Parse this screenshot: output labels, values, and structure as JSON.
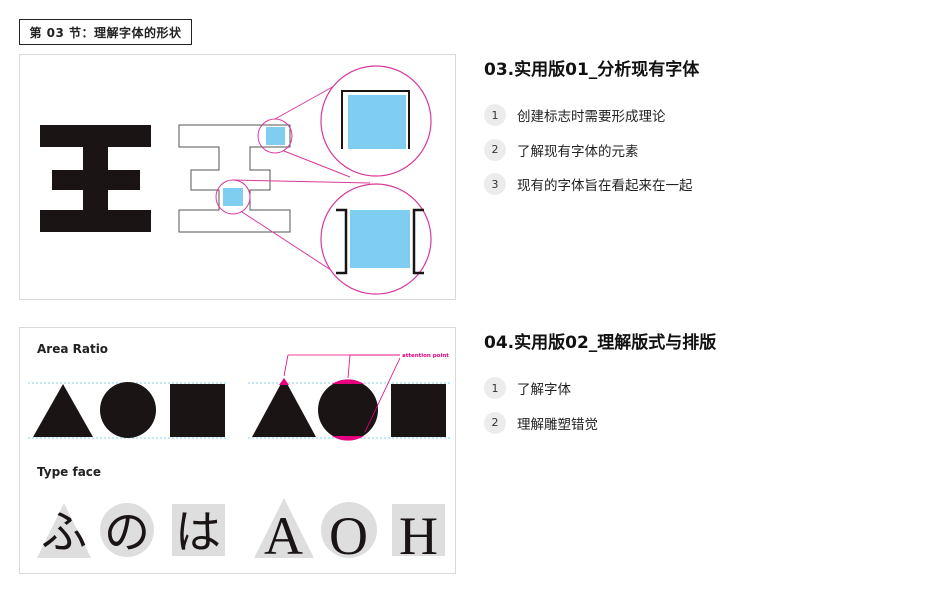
{
  "section": {
    "tag": "第 03 节：理解字体的形状"
  },
  "lessons": [
    {
      "title": "03.实用版01_分析现有字体",
      "items": [
        {
          "num": "1",
          "text": "创建标志时需要形成理论"
        },
        {
          "num": "2",
          "text": "了解现有字体的元素"
        },
        {
          "num": "3",
          "text": "现有的字体旨在看起来在一起"
        }
      ]
    },
    {
      "title": "04.实用版02_理解版式与排版",
      "items": [
        {
          "num": "1",
          "text": "了解字体"
        },
        {
          "num": "2",
          "text": "理解雕塑错觉"
        }
      ]
    }
  ],
  "figure_1": {
    "glyph": "王",
    "colors": {
      "glyph": "#1a1414",
      "highlight": "#7fcdf1",
      "callout": "#d63a9c",
      "outline": "#555555"
    }
  },
  "figure_2": {
    "area_ratio_label": "Area Ratio",
    "attention_label": "attention point",
    "type_face_label": "Type face",
    "kana": [
      "ふ",
      "の",
      "は"
    ],
    "latin": [
      "A",
      "O",
      "H"
    ],
    "colors": {
      "shape": "#1a1414",
      "guide": "#5cc8e6",
      "accent": "#e6007e",
      "backdrop": "#dedede"
    }
  }
}
